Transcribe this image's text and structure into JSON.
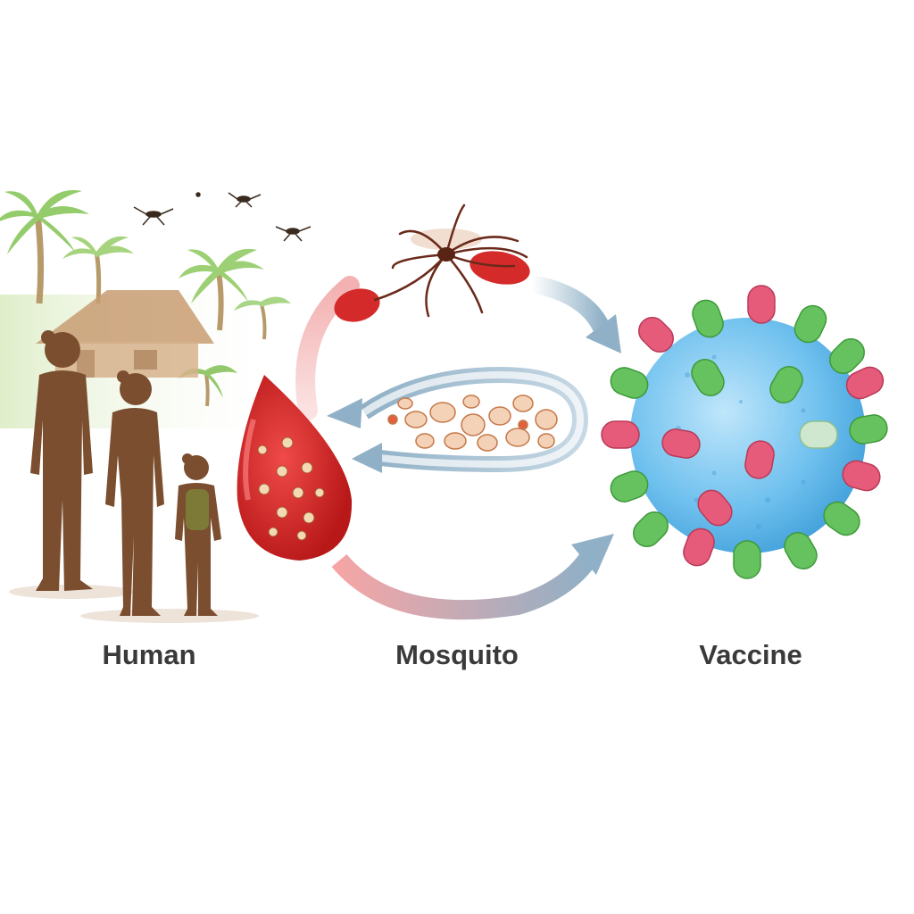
{
  "labels": {
    "human": "Human",
    "mosquito": "Mosquito",
    "vaccine": "Vaccine"
  },
  "icons": {
    "human": "family-silhouette-icon",
    "mosquito": "mosquito-icon",
    "blood": "blood-drop-icon",
    "parasite": "parasite-cells-icon",
    "vaccine": "virus-particle-icon",
    "cycle": "cycle-arrows-icon"
  },
  "colors": {
    "silhouette": "#7a4e2e",
    "blood": "#d42a2a",
    "arrow": "#9ab8cc",
    "arrow_pink": "#f0a0a0",
    "virus_body": "#5cb8e8",
    "spike_green": "#5cc05c",
    "spike_pink": "#e05a78",
    "palm": "#8cc868",
    "hut": "#c9a27a",
    "label_text": "#3a3a3a"
  }
}
